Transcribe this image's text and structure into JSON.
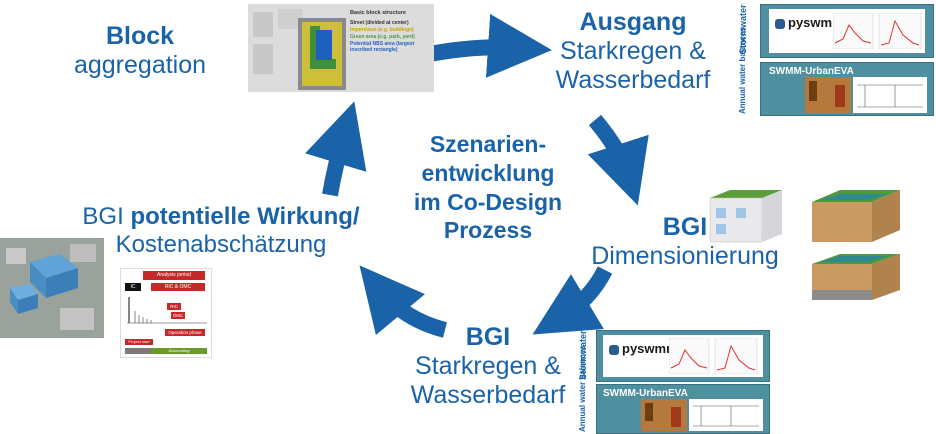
{
  "center": {
    "line1": "Szenarien-",
    "line2": "entwicklung",
    "line3": "im Co-Design",
    "line4": "Prozess"
  },
  "block": {
    "line1": "Block",
    "line2": "aggregation"
  },
  "ausgang": {
    "line1": "Ausgang",
    "line2": "Starkregen &",
    "line3": "Wasserbedarf"
  },
  "dimensionierung": {
    "line1": "BGI",
    "line2": "Dimensionierung"
  },
  "bgi_starkregen": {
    "line1": "BGI",
    "line2": "Starkregen &",
    "line3": "Wasserbedarf"
  },
  "wirkung": {
    "prefix": "BGI ",
    "bold": "potentielle Wirkung/",
    "line2": "Kostenabschätzung"
  },
  "block_thumb": {
    "title": "Basic block structure",
    "items": [
      {
        "text": "Street (divided at center)",
        "color": "#333333"
      },
      {
        "text": "Impervious (e.g. buildings)",
        "color": "#c9a400"
      },
      {
        "text": "Green area (e.g. park, yard)",
        "color": "#4a9a3a"
      },
      {
        "text": "Potential NBS area (largest inscribed rectangle)",
        "color": "#1f5fbf"
      }
    ]
  },
  "panels": {
    "stormwater_label": "Stormwater",
    "annual_label": "Annual water balances",
    "pyswmm": "pyswmm",
    "urbaneva": "SWMM-UrbanEVA"
  },
  "cost_thumb": {
    "header": "Analysis period",
    "ic": "IC",
    "ric": "RIC & OMC",
    "ric2": "RIC",
    "omc": "OMC",
    "operation": "Operation phase",
    "project": "Project start",
    "discount": "Discounting"
  },
  "colors": {
    "accent": "#1b63a8",
    "panel": "#4e8fa0",
    "arrow": "#1b63a8"
  }
}
